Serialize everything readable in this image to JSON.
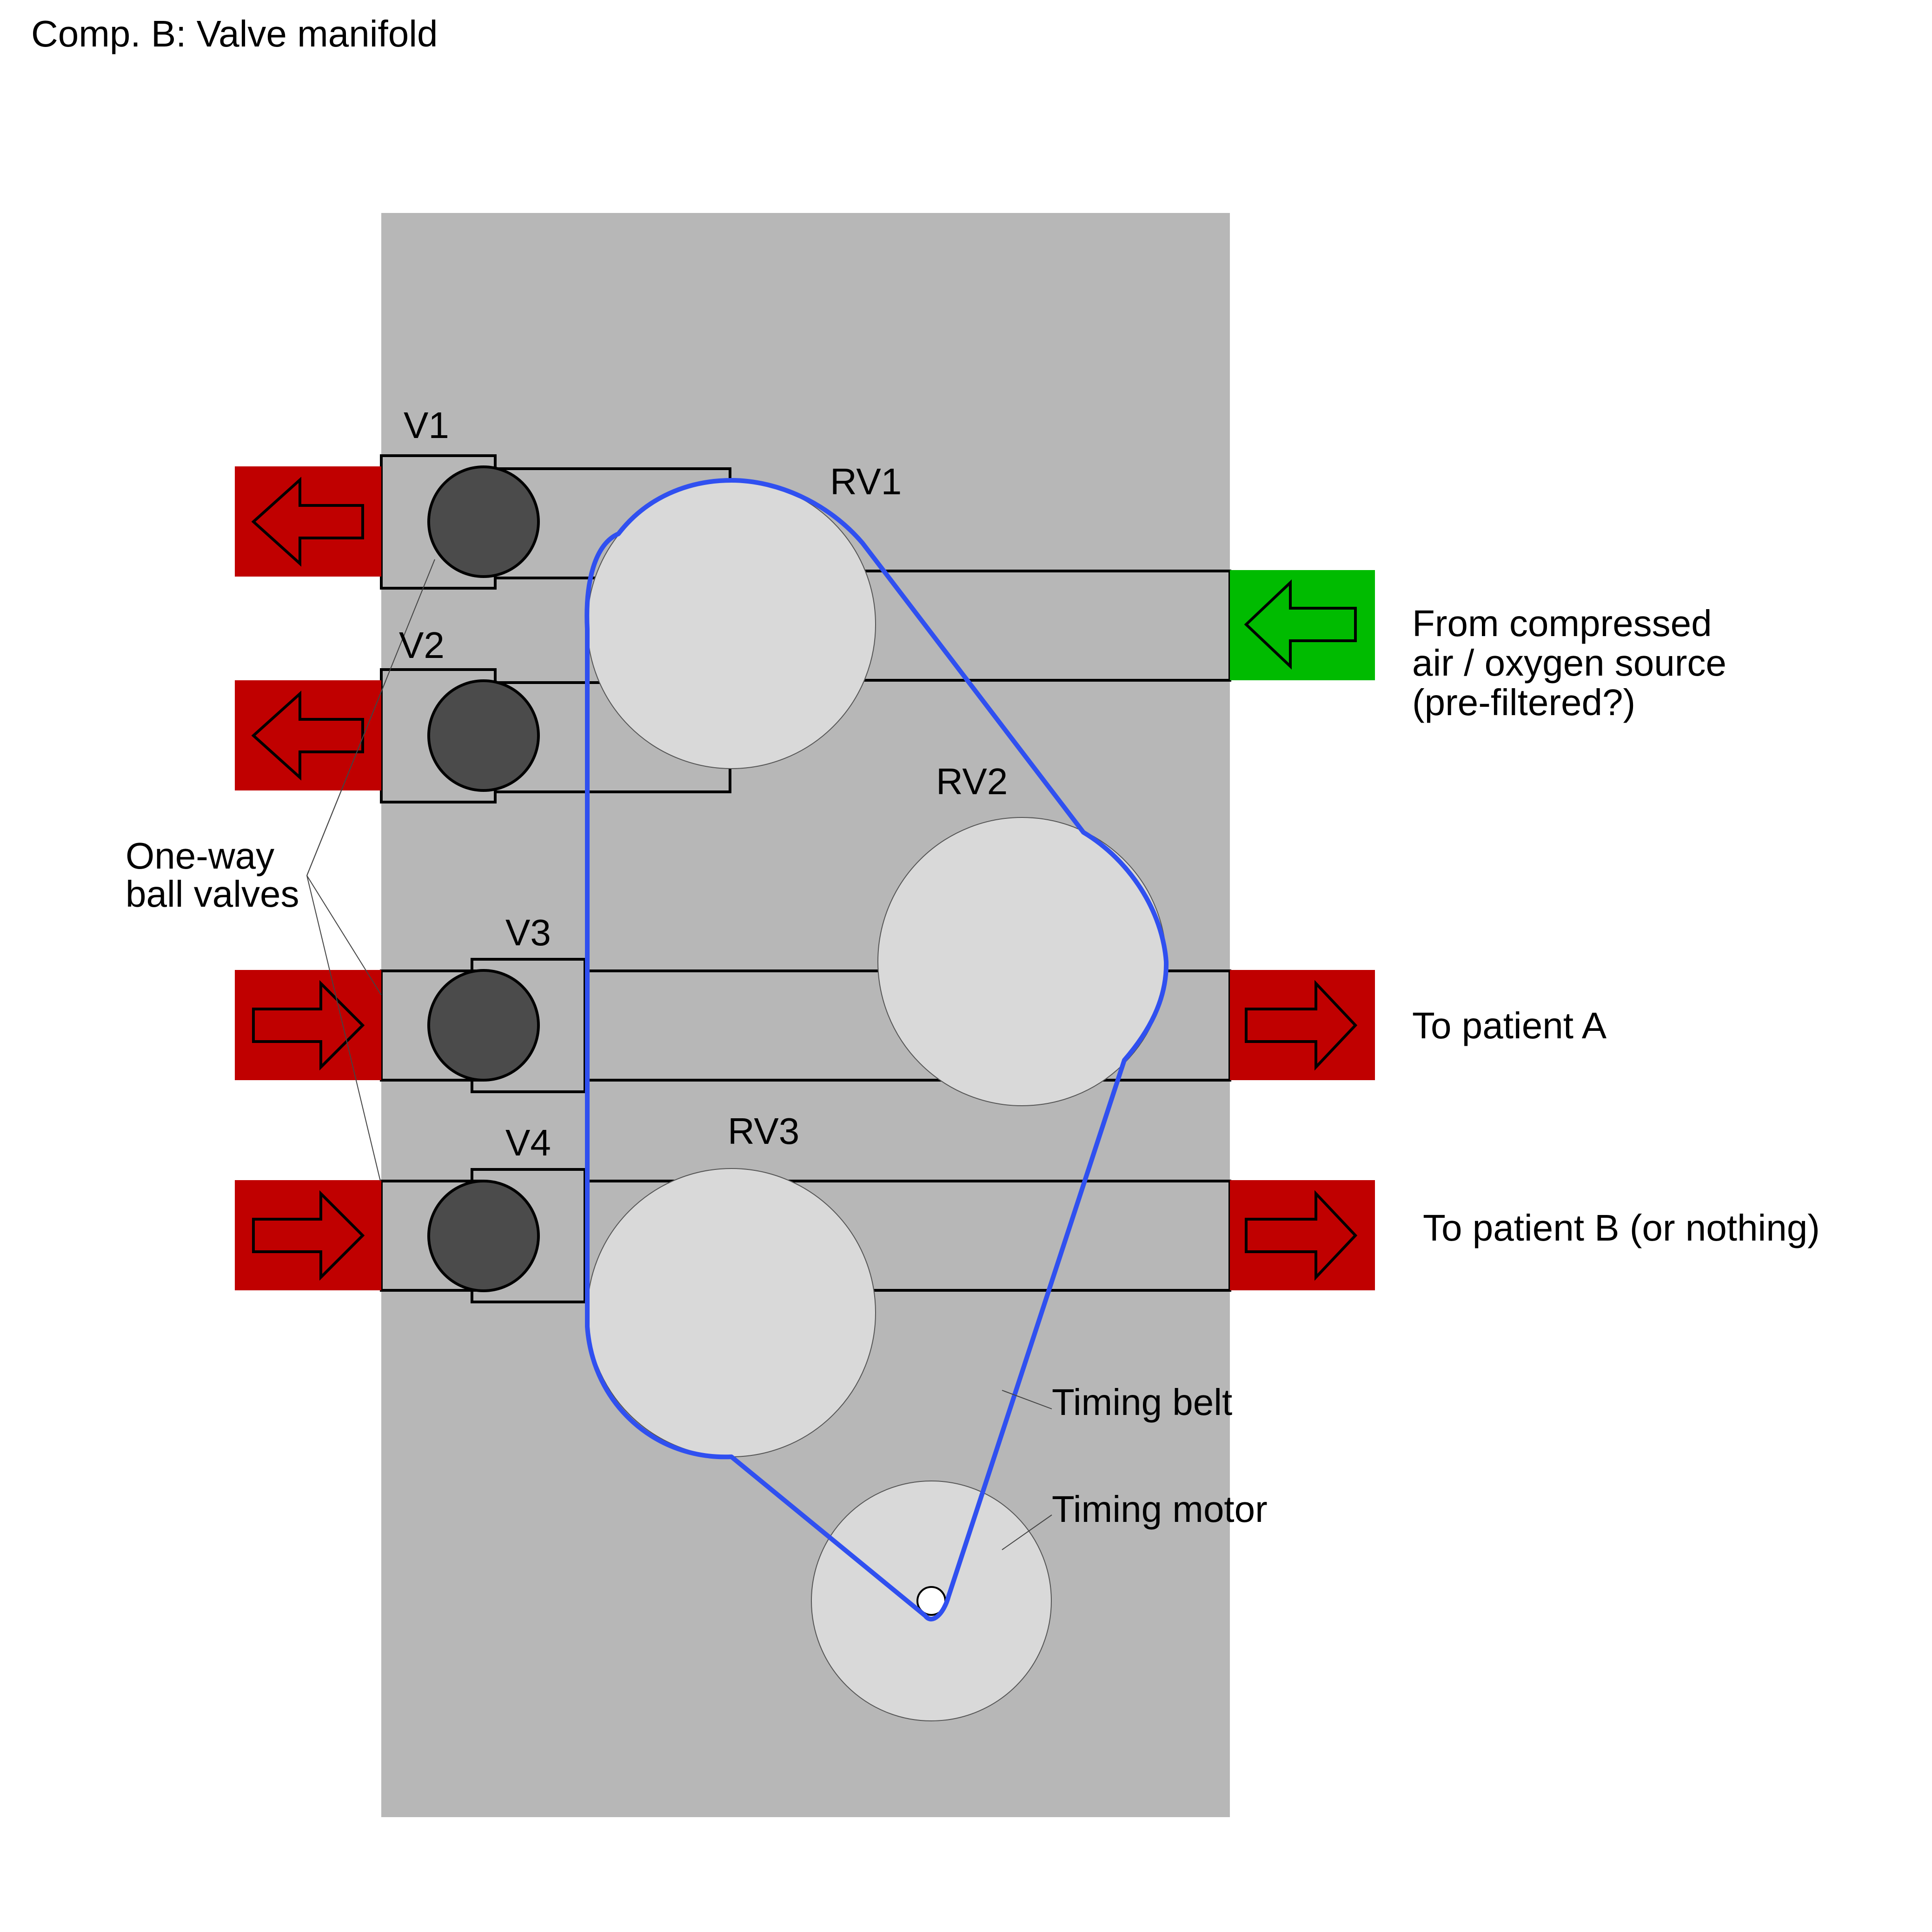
{
  "title": "Comp. B: Valve manifold",
  "valves": {
    "v1": "V1",
    "v2": "V2",
    "v3": "V3",
    "v4": "V4"
  },
  "rotary_valves": {
    "rv1": "RV1",
    "rv2": "RV2",
    "rv3": "RV3"
  },
  "annotations": {
    "ball_valves_line1": "One-way",
    "ball_valves_line2": "ball valves",
    "timing_belt": "Timing belt",
    "timing_motor": "Timing motor"
  },
  "ports": {
    "source_line1": "From compressed",
    "source_line2": "air / oxygen source",
    "source_line3": "(pre-filtered?)",
    "patient_a": "To patient A",
    "patient_b": "To patient B (or nothing)"
  },
  "colors": {
    "background": "#ffffff",
    "manifold_block": "#b7b7b7",
    "outlet_port": "#c00000",
    "inlet_port": "#00bb00",
    "ball": "#4b4b4b",
    "rotary_valve": "#d9d9d9",
    "timing_belt": "#3050f0"
  }
}
